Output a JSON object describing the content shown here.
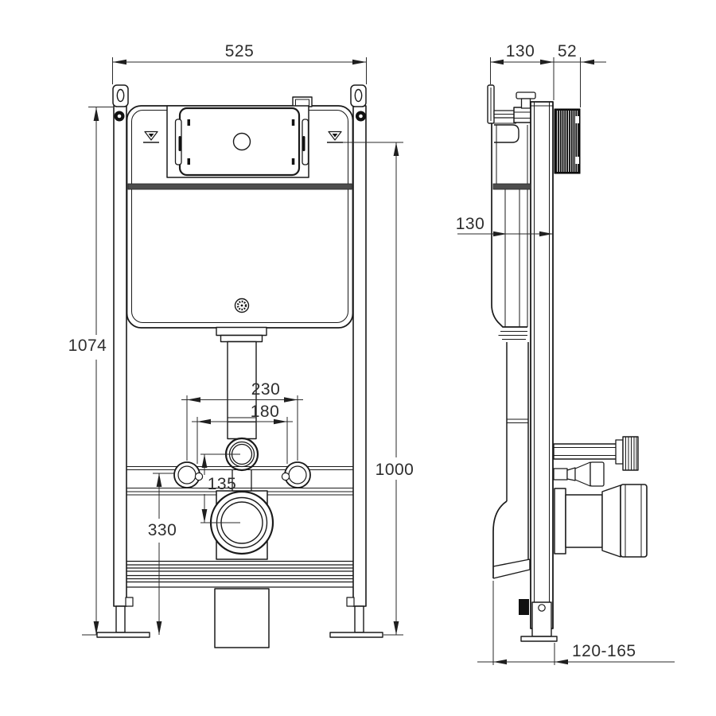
{
  "page": {
    "background_color": "#ffffff",
    "line_color": "#1a1a1a",
    "band_color": "#4d4d4d"
  },
  "front_view": {
    "dims": {
      "overall_width": "525",
      "overall_height": "1074",
      "marker_height": "1000",
      "outer_bolt_spacing": "230",
      "inner_bolt_spacing": "180",
      "flush_to_waste_offset": "135",
      "waste_fixing_height": "330"
    },
    "icons": {
      "water_level_symbol": "inverted-triangle-over-line"
    }
  },
  "side_view": {
    "dims": {
      "frame_depth": "130",
      "flush_plate_housing_depth": "52",
      "cistern_depth": "130",
      "foot_adjustment_range": "120-165"
    }
  }
}
